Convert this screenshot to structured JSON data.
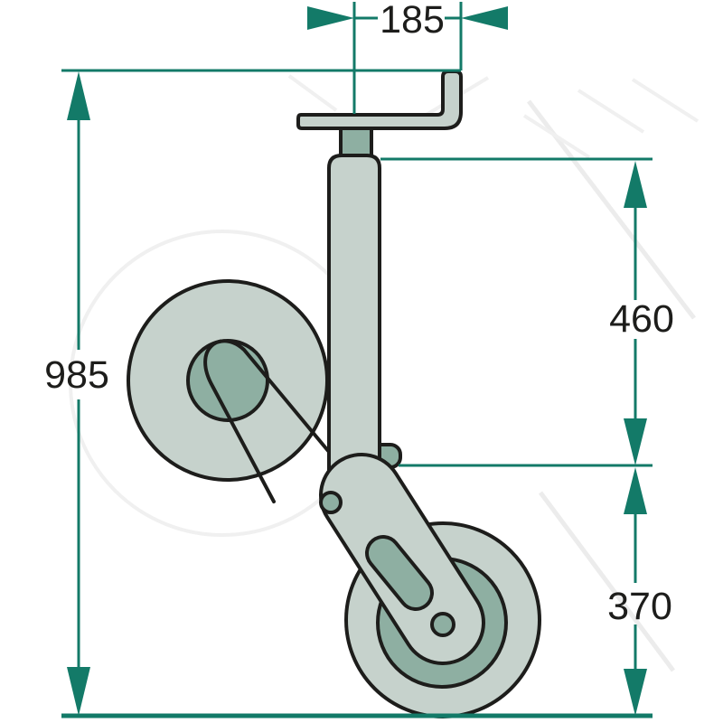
{
  "diagram": {
    "type": "technical-dimension-drawing",
    "subject": "jockey wheel with clamp bracket, side view with dimension lines",
    "units_shown": false,
    "dimensions": {
      "bracket_offset": {
        "value": "185",
        "orientation": "horizontal",
        "position": "top"
      },
      "total_height": {
        "value": "985",
        "orientation": "vertical",
        "position": "left"
      },
      "upper_section": {
        "value": "460",
        "orientation": "vertical",
        "position": "right-upper"
      },
      "lower_section": {
        "value": "370",
        "orientation": "vertical",
        "position": "right-lower"
      }
    },
    "colors": {
      "dimension": "#137a68",
      "outline": "#1d1d1b",
      "fill_light": "#c6d2cc",
      "fill_mid": "#8eafa2",
      "background": "#ffffff"
    }
  }
}
